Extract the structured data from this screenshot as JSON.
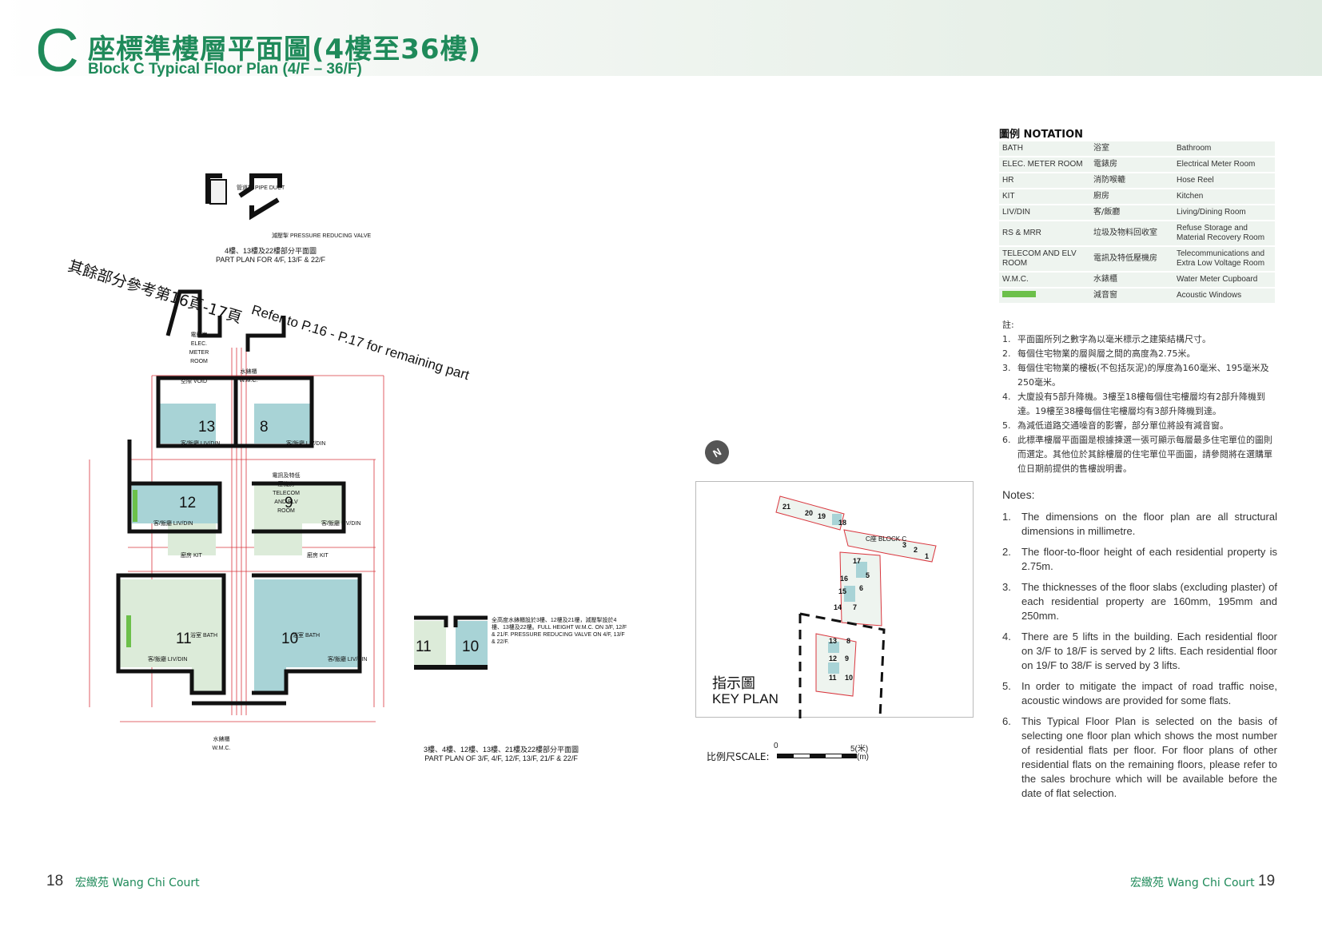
{
  "header": {
    "block_letter": "C",
    "title_zh": "座標準樓層平面圖(4樓至36樓)",
    "title_en": "Block C Typical Floor Plan (4/F – 36/F)"
  },
  "refer": {
    "zh": "其餘部分參考第16頁-17頁",
    "en": "Refer to P.16 - P.17 for remaining part"
  },
  "part_plans": {
    "top_zh": "4樓、13樓及22樓部分平面圖",
    "top_en": "PART PLAN FOR 4/F, 13/F & 22/F",
    "bottom_zh": "3樓、4樓、12樓、13樓、21樓及22樓部分平面圖",
    "bottom_en": "PART PLAN OF 3/F, 4/F, 12/F, 13/F, 21/F & 22/F",
    "pipe_duct": "管道槽 PIPE DUCT",
    "prv": "減壓掣 PRESSURE REDUCING VALVE",
    "wmc_note": "全高度水錶櫃設於3樓、12樓及21樓，減壓掣設於4樓、13樓及22樓。FULL HEIGHT W.M.C. ON 3/F, 12/F & 21/F. PRESSURE REDUCING VALVE ON 4/F, 13/F & 22/F."
  },
  "floor_units": [
    "8",
    "9",
    "10",
    "11",
    "12",
    "13"
  ],
  "part_units": [
    "11",
    "10"
  ],
  "plan_labels": {
    "liv_din": "客/飯廳 LIV/DIN",
    "kit": "廚房 KIT",
    "bath": "浴室 BATH",
    "void": "空隙 VOID",
    "elec": "電錶房 ELEC. METER ROOM",
    "wmc": "水錶櫃 W.M.C.",
    "telecom": "電訊及特低壓機房 TELECOM AND ELV ROOM"
  },
  "north_label": "N",
  "key_plan": {
    "title_zh": "指示圖",
    "title_en": "KEY PLAN",
    "block_label": "C座 BLOCK C",
    "flats": [
      "1",
      "2",
      "3",
      "5",
      "6",
      "7",
      "8",
      "9",
      "10",
      "11",
      "12",
      "13",
      "14",
      "15",
      "16",
      "17",
      "18",
      "19",
      "20",
      "21"
    ]
  },
  "scale": {
    "label": "比例尺SCALE:",
    "zero": "0",
    "five": "5(米)",
    "unit": "(m)"
  },
  "notation": {
    "title": "圖例 NOTATION",
    "rows": [
      {
        "abbr": "BATH",
        "zh": "浴室",
        "en": "Bathroom"
      },
      {
        "abbr": "ELEC. METER ROOM",
        "zh": "電錶房",
        "en": "Electrical Meter Room"
      },
      {
        "abbr": "HR",
        "zh": "消防喉轆",
        "en": "Hose Reel"
      },
      {
        "abbr": "KIT",
        "zh": "廚房",
        "en": "Kitchen"
      },
      {
        "abbr": "LIV/DIN",
        "zh": "客/飯廳",
        "en": "Living/Dining Room"
      },
      {
        "abbr": "RS & MRR",
        "zh": "垃圾及物料回收室",
        "en": "Refuse Storage and Material Recovery Room"
      },
      {
        "abbr": "TELECOM AND ELV ROOM",
        "zh": "電訊及特低壓機房",
        "en": "Telecommunications and Extra Low Voltage Room"
      },
      {
        "abbr": "W.M.C.",
        "zh": "水錶櫃",
        "en": "Water Meter Cupboard"
      },
      {
        "abbr": "",
        "zh": "減音窗",
        "en": "Acoustic Windows"
      }
    ],
    "acoustic_color": "#6cc04a"
  },
  "notes_zh": {
    "heading": "註:",
    "items": [
      {
        "num": "1.",
        "text": "平面圖所列之數字為以毫米標示之建築結構尺寸。"
      },
      {
        "num": "2.",
        "text": "每個住宅物業的層與層之間的高度為2.75米。"
      },
      {
        "num": "3.",
        "text": "每個住宅物業的樓板(不包括灰泥)的厚度為160毫米、195毫米及250毫米。"
      },
      {
        "num": "4.",
        "text": "大廈設有5部升降機。3樓至18樓每個住宅樓層均有2部升降機到達。19樓至38樓每個住宅樓層均有3部升降機到達。"
      },
      {
        "num": "5.",
        "text": "為減低道路交通噪音的影響，部分單位將設有減音窗。"
      },
      {
        "num": "6.",
        "text": "此標準樓層平面圖是根據揀選一張可顯示每層最多住宅單位的圖則而選定。其他位於其餘樓層的住宅單位平面圖，請參閱將在選購單位日期前提供的售樓說明書。"
      }
    ]
  },
  "notes_en": {
    "heading": "Notes:",
    "items": [
      {
        "num": "1.",
        "text": "The dimensions on the floor plan are all structural dimensions in millimetre."
      },
      {
        "num": "2.",
        "text": "The floor-to-floor height of each residential property is 2.75m."
      },
      {
        "num": "3.",
        "text": "The thicknesses of the floor slabs (excluding plaster) of each residential property are 160mm, 195mm and 250mm."
      },
      {
        "num": "4.",
        "text": "There are 5 lifts in the building. Each residential floor on 3/F to 18/F is served by 2 lifts. Each residential floor on 19/F to 38/F is served by 3 lifts."
      },
      {
        "num": "5.",
        "text": "In order to mitigate the impact of road traffic noise, acoustic windows are provided for some flats."
      },
      {
        "num": "6.",
        "text": "This Typical Floor Plan is selected on the basis of selecting one floor plan which shows the most number of residential flats per floor. For floor plans of other residential flats on the remaining floors, please refer to the sales brochure which will be available before the date of flat selection."
      }
    ]
  },
  "footer": {
    "left_page": "18",
    "left_name": "宏緻苑 Wang Chi Court",
    "right_name": "宏緻苑 Wang Chi Court",
    "right_page": "19"
  },
  "colors": {
    "brand_green": "#1f8a5a",
    "flat_teal": "#a8d3d6",
    "flat_light": "#dcebd9",
    "dimension_red": "#d9363e"
  }
}
